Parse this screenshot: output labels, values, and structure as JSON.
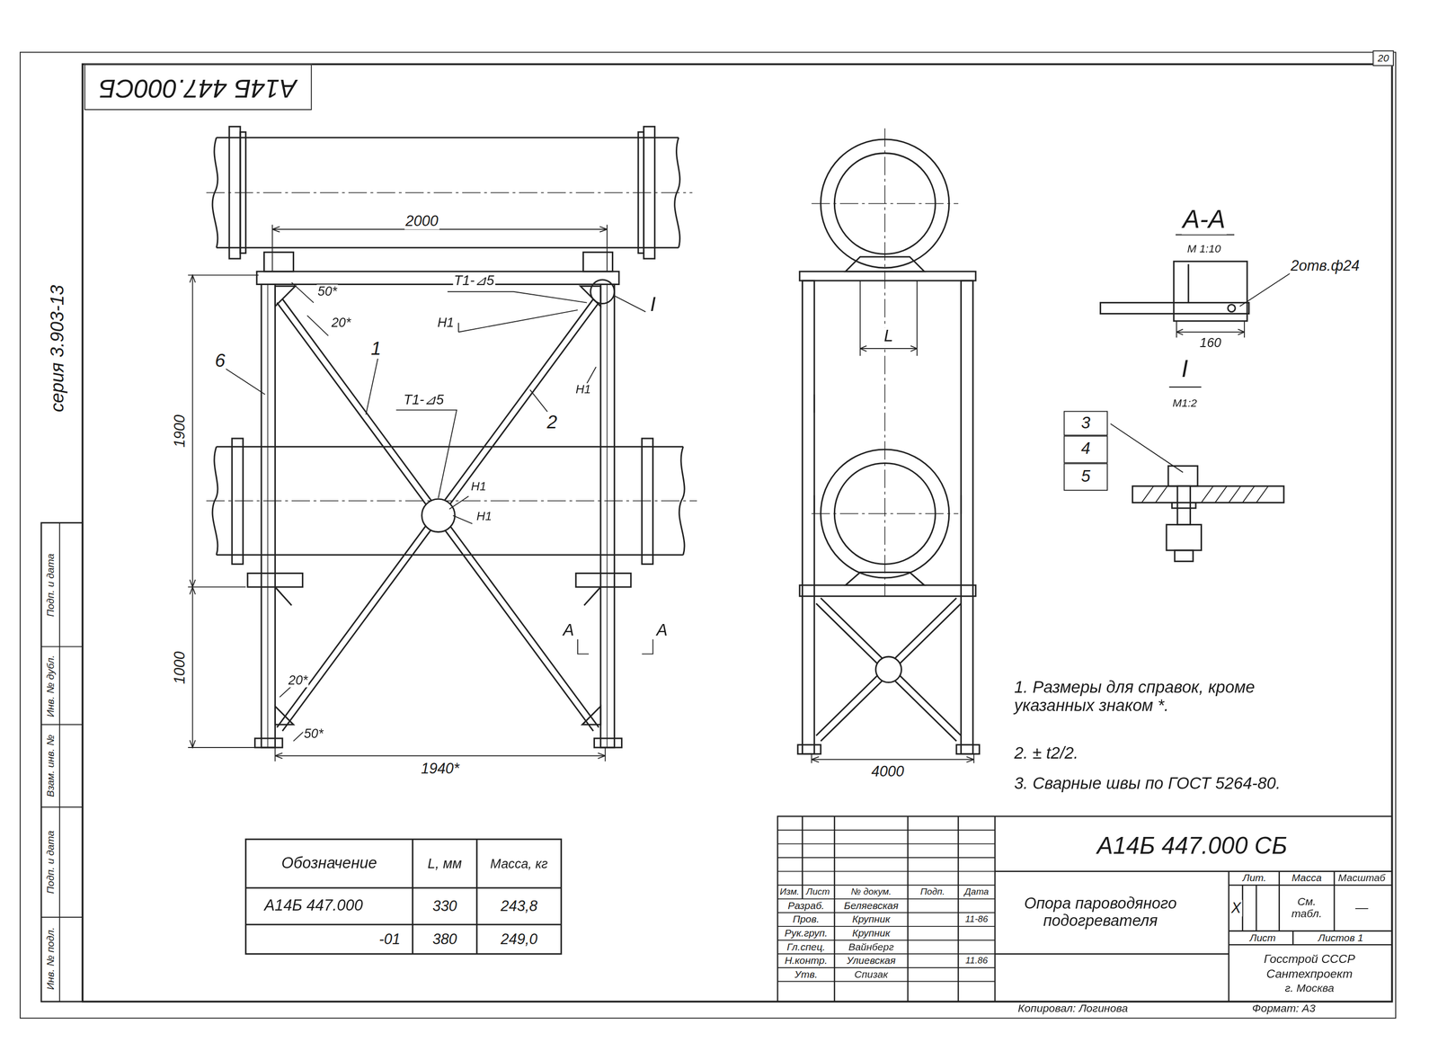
{
  "diagram": {
    "nodes": [
      {
        "text": [
          "А14Б 447.000СБ"
        ]
      },
      {
        "text": [
          "20"
        ]
      },
      {
        "text": [
          "3"
        ]
      },
      {
        "text": [
          "4"
        ]
      },
      {
        "text": [
          "5"
        ]
      }
    ],
    "labels": [
      "2000",
      "50*",
      "20*",
      "Т1-⊿5",
      "I",
      "Н1",
      "6",
      "1",
      "Т1-⊿5",
      "2",
      "Н1",
      "1900",
      "Н1",
      "Н1",
      "А",
      "А",
      "20*",
      "1000",
      "50*",
      "1940*",
      "L",
      "4000",
      "А-А",
      "М 1:10",
      "2отв.ф24",
      "160",
      "I",
      "М1:2",
      "1. Размеры для справок, кроме указанных знаком *.",
      "2. ± t2/2.",
      "3. Сварные швы по ГОСТ 5264-80.",
      "серия 3.903-13",
      "Инв. № подл.",
      "Подп. и дата",
      "Взам. инв. №",
      "Инв. № дубл.",
      "Подп. и дата",
      "Обозначение",
      "L, мм",
      "Масса, кг",
      "А14Б 447.000",
      "330",
      "243,8",
      "-01",
      "380",
      "249,0",
      "А14Б 447.000 СБ",
      "Опора пароводяного подогревателя",
      "Изм.",
      "Лист",
      "№ докум.",
      "Подп.",
      "Дата",
      "Разраб.",
      "Беляевская",
      "Пров.",
      "Крупник",
      "11-86",
      "Рук.груп.",
      "Крупник",
      "Гл.спец.",
      "Вайнберг",
      "Н.контр.",
      "Улиевская",
      "11.86",
      "Утв.",
      "Спизак",
      "Лит.",
      "Масса",
      "Масштаб",
      "Х",
      "См. табл.",
      "—",
      "Лист",
      "Листов 1",
      "Госстрой СССР",
      "Сантехпроект",
      "г. Москва",
      "Копировал: Логинова",
      "Формат: А3"
    ]
  }
}
